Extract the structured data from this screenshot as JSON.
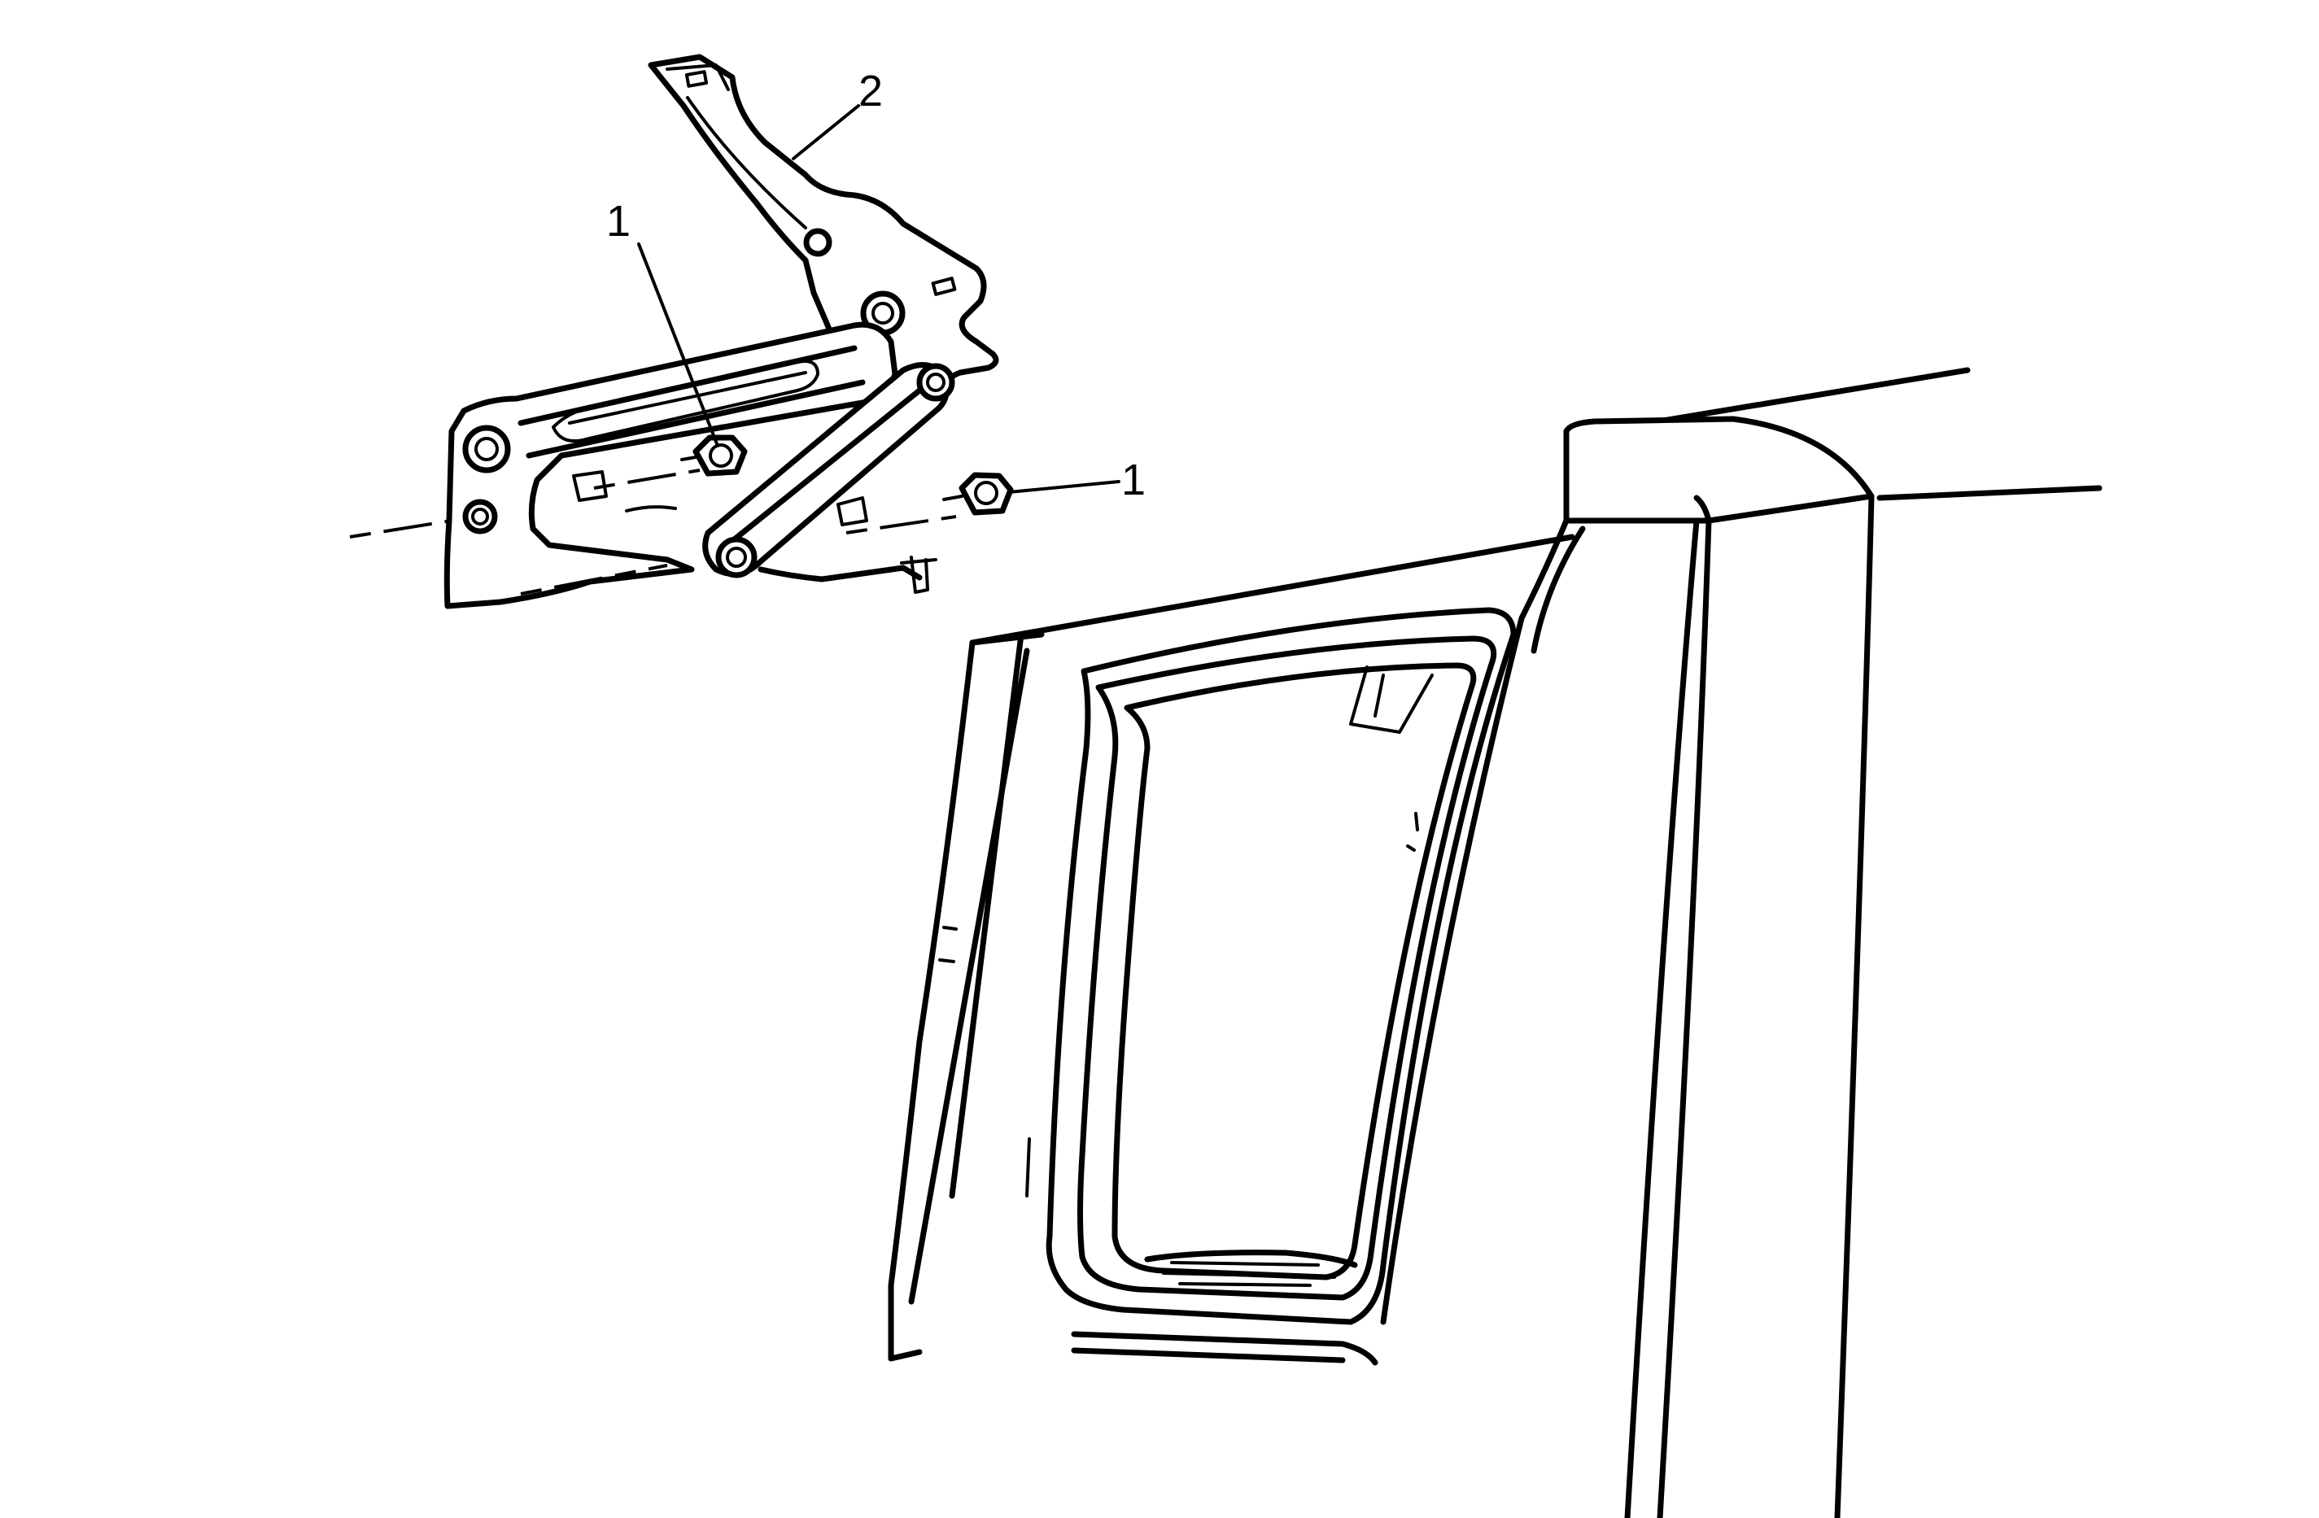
{
  "callouts": [
    {
      "id": "nut-left",
      "label": "1"
    },
    {
      "id": "hinge",
      "label": "2"
    },
    {
      "id": "nut-right",
      "label": "1"
    }
  ]
}
